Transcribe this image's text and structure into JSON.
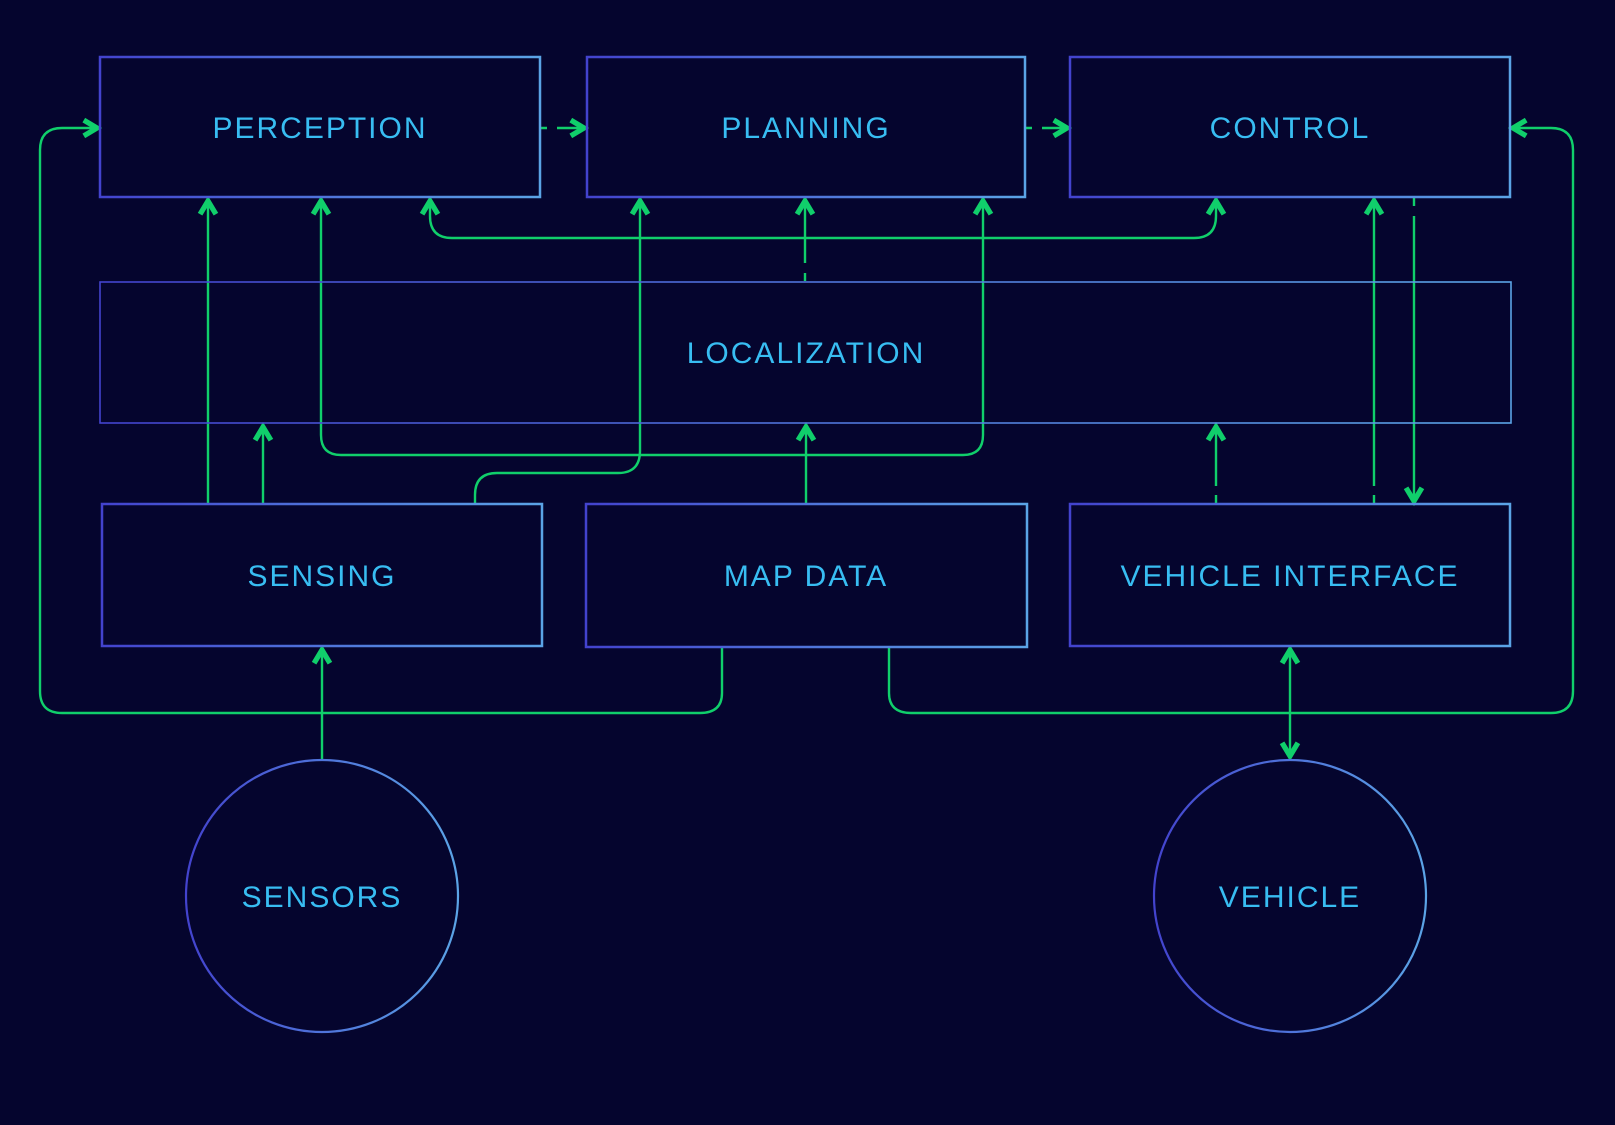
{
  "diagram": {
    "nodes": [
      {
        "id": "perception",
        "label": "PERCEPTION",
        "shape": "rect"
      },
      {
        "id": "planning",
        "label": "PLANNING",
        "shape": "rect"
      },
      {
        "id": "control",
        "label": "CONTROL",
        "shape": "rect"
      },
      {
        "id": "localization",
        "label": "LOCALIZATION",
        "shape": "rect"
      },
      {
        "id": "sensing",
        "label": "SENSING",
        "shape": "rect"
      },
      {
        "id": "map_data",
        "label": "MAP DATA",
        "shape": "rect"
      },
      {
        "id": "vehicle_interface",
        "label": "VEHICLE INTERFACE",
        "shape": "rect"
      },
      {
        "id": "sensors",
        "label": "SENSORS",
        "shape": "circle"
      },
      {
        "id": "vehicle",
        "label": "VEHICLE",
        "shape": "circle"
      }
    ],
    "edges": [
      {
        "from": "sensors",
        "to": "sensing",
        "style": "arrow"
      },
      {
        "from": "sensing",
        "to": "perception",
        "style": "arrow"
      },
      {
        "from": "sensing",
        "to": "localization",
        "style": "arrow"
      },
      {
        "from": "sensing",
        "to": "planning",
        "style": "arrow"
      },
      {
        "from": "map_data",
        "to": "localization",
        "style": "arrow"
      },
      {
        "from": "map_data",
        "to": "perception",
        "style": "arrow"
      },
      {
        "from": "map_data",
        "to": "control",
        "style": "arrow"
      },
      {
        "from": "localization",
        "to": "perception",
        "style": "arrow"
      },
      {
        "from": "localization",
        "to": "planning",
        "style": "arrow"
      },
      {
        "from": "localization",
        "to": "control",
        "style": "arrow"
      },
      {
        "from": "perception",
        "to": "planning",
        "style": "dashed-arrow"
      },
      {
        "from": "planning",
        "to": "control",
        "style": "dashed-arrow"
      },
      {
        "from": "vehicle_interface",
        "to": "localization",
        "style": "arrow"
      },
      {
        "from": "vehicle_interface",
        "to": "control",
        "style": "arrow"
      },
      {
        "from": "control",
        "to": "vehicle_interface",
        "style": "arrow"
      },
      {
        "from": "vehicle_interface",
        "to": "vehicle",
        "style": "double-arrow"
      }
    ],
    "colors": {
      "background": "#05052e",
      "border_gradient_start": "#4343ce",
      "border_gradient_end": "#5ba4e6",
      "label": "#38bdf2",
      "connector": "#10cf6b"
    }
  }
}
